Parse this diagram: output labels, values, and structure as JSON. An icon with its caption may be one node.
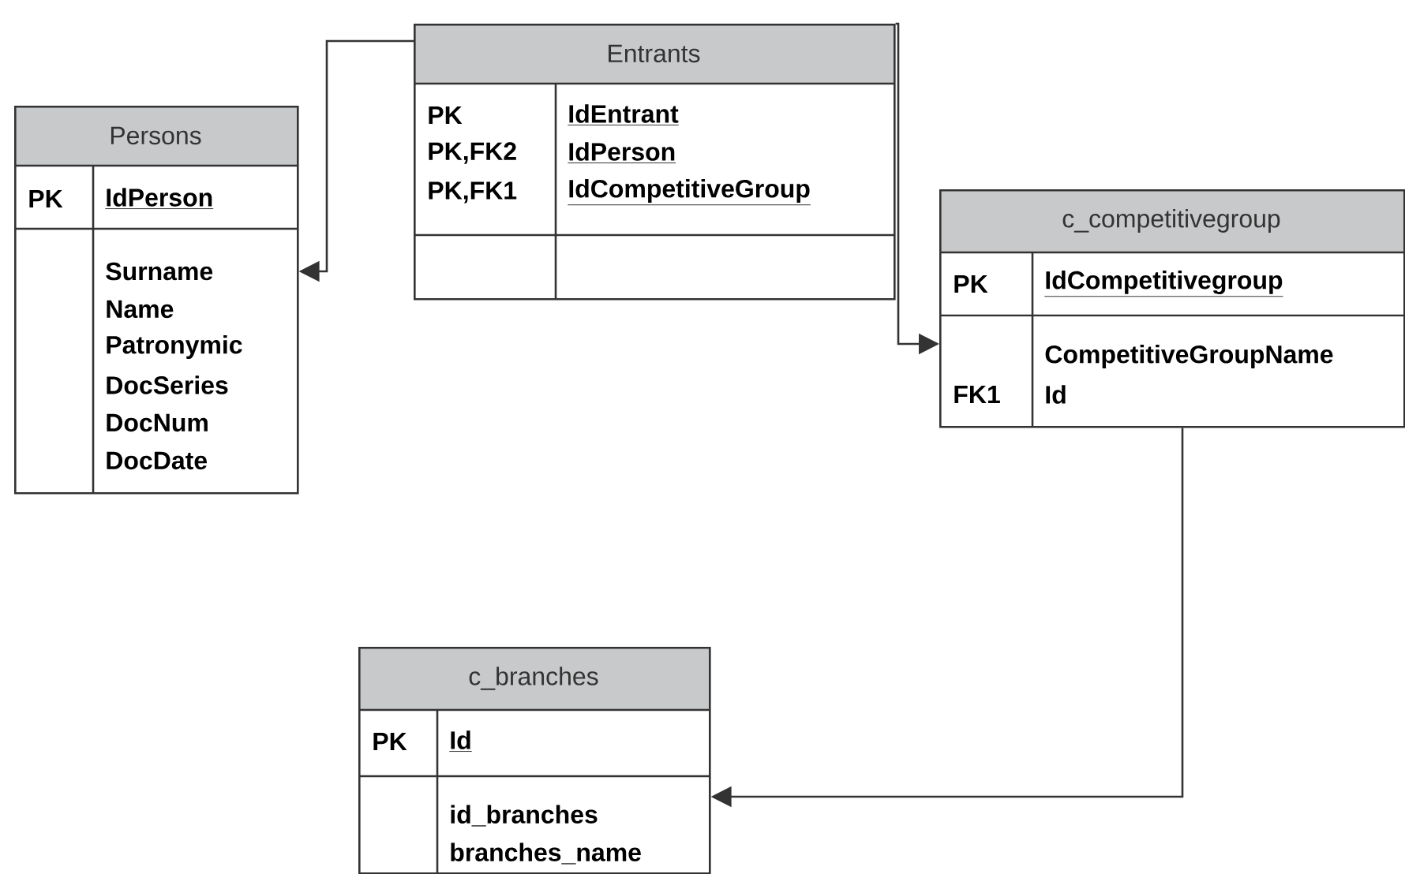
{
  "diagram": {
    "nodes": [
      {
        "text": [
          "Persons",
          "PK",
          "IdPerson",
          "Surname",
          "Name",
          "Patronymic",
          "DocSeries",
          "DocNum",
          "DocDate"
        ]
      },
      {
        "text": [
          "Entrants",
          "PK",
          "IdEntrant",
          "PK,FK2",
          "IdPerson",
          "PK,FK1",
          "IdCompetitiveGroup"
        ]
      },
      {
        "text": [
          "c_competitivegroup",
          "PK",
          "IdCompetitivegroup",
          "CompetitiveGroupName",
          "FK1",
          "Id"
        ]
      },
      {
        "text": [
          "c_branches",
          "PK",
          "Id",
          "id_branches",
          "branches_name"
        ]
      }
    ],
    "edges": [
      {
        "from": 1,
        "to": 0,
        "arrow": "to"
      },
      {
        "from": 1,
        "to": 2,
        "arrow": "to"
      },
      {
        "from": 2,
        "to": 3,
        "arrow": "to"
      }
    ]
  }
}
